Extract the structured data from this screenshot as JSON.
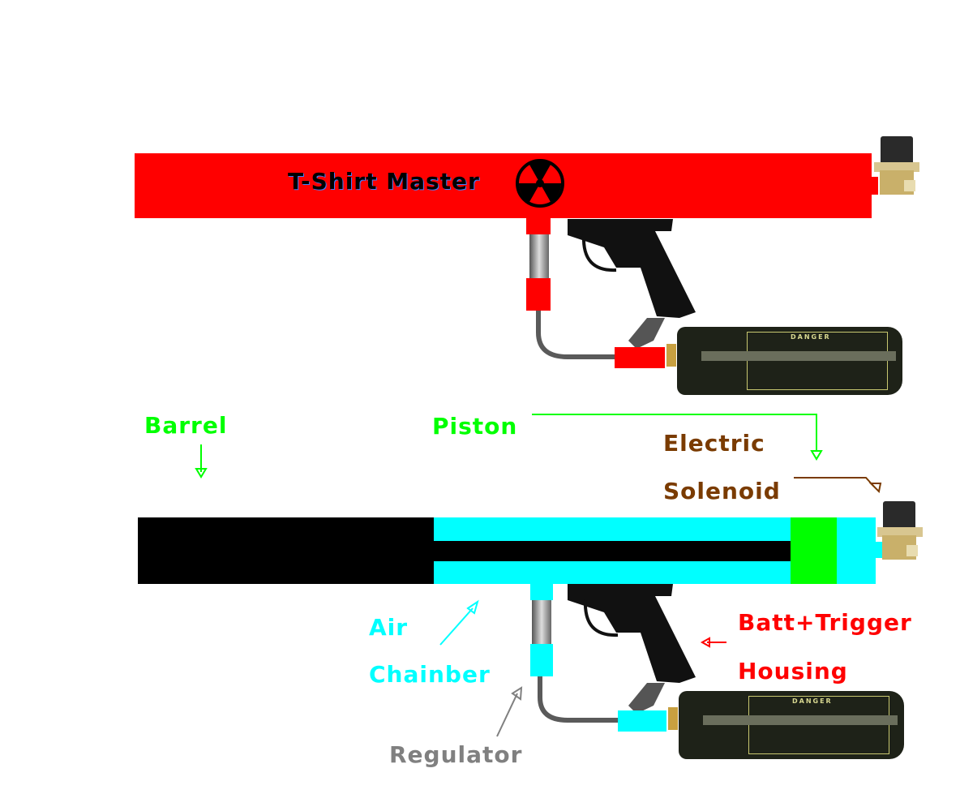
{
  "title": "T-Shirt Master",
  "colors": {
    "body_red": "#ff0000",
    "barrel_black": "#000000",
    "air_chamber_cyan": "#00ffff",
    "piston_green": "#00ff00",
    "solenoid_brown": "#7a3b00",
    "regulator_gray": "#808080",
    "housing_red": "#ff0000"
  },
  "top_diagram": {
    "logo_icon": "radiation-trefoil-icon",
    "tank_label_heading": "DANGER"
  },
  "bottom_diagram": {
    "labels": {
      "barrel": "Barrel",
      "piston": "Piston",
      "electric": "Electric",
      "solenoid": "Solenoid",
      "air": "Air",
      "chamber": "Chainber",
      "regulator": "Regulator",
      "batt_trigger": "Batt+Trigger",
      "housing": "Housing"
    },
    "tank_label_heading": "DANGER"
  }
}
